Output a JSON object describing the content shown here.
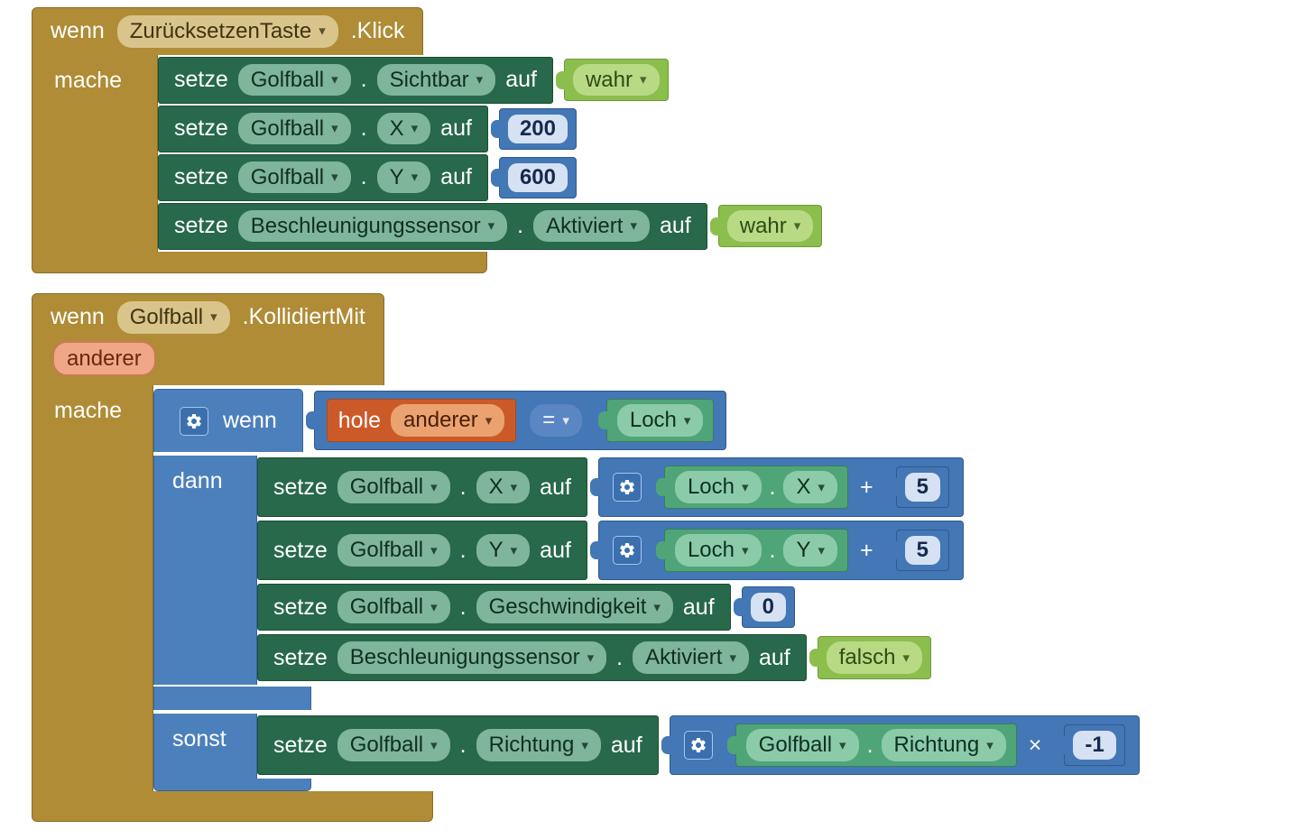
{
  "colors": {
    "page_bg": "#ffffff",
    "event": "#AF8C35",
    "event_border": "#8A6D24",
    "event_chip": "#D9C58C",
    "event_chip_text": "#3F3310",
    "setter": "#27694A",
    "setter_border": "#1B4D35",
    "setter_chip": "#7FB59A",
    "setter_chip_text": "#0F2F20",
    "logic": "#8CBE4D",
    "logic_border": "#6C9A33",
    "logic_chip": "#B9DA85",
    "logic_chip_text": "#2F4A12",
    "math": "#4377B6",
    "math_border": "#2F5A8F",
    "math_field": "#D6E2F4",
    "math_field_text": "#16294B",
    "control": "#4C80BC",
    "control_border": "#36639B",
    "var": "#CC5A28",
    "var_border": "#A84A1F",
    "var_chip": "#EBA271",
    "var_chip_text": "#4A2008",
    "component": "#4FA578",
    "component_border": "#3A7D59",
    "component_chip": "#8CCBAA",
    "component_chip_text": "#0E3020",
    "param_chip": "#F0A787",
    "param_chip_border": "#C87C52",
    "param_chip_text": "#6B2810",
    "eq_chip": "#5A87C3",
    "gear_bg": "#3B6FAE",
    "gear_border": "#A6C6EC"
  },
  "icons": {
    "dropdown": "▾"
  },
  "labels": {
    "wenn": "wenn",
    "mache": "mache",
    "setze": "setze",
    "auf": "auf",
    "dann": "dann",
    "sonst": "sonst",
    "hole": "hole",
    "dot": "."
  },
  "event1": {
    "component": "ZurücksetzenTaste",
    "event": ".Klick",
    "statements": [
      {
        "component": "Golfball",
        "property": "Sichtbar",
        "value": "wahr"
      },
      {
        "component": "Golfball",
        "property": "X",
        "value": "200"
      },
      {
        "component": "Golfball",
        "property": "Y",
        "value": "600"
      },
      {
        "component": "Beschleunigungssensor",
        "property": "Aktiviert",
        "value": "wahr"
      }
    ]
  },
  "event2": {
    "component": "Golfball",
    "event": ".KollidiertMit",
    "param": "anderer",
    "if_block": {
      "condition": {
        "variable": "anderer",
        "operator": "=",
        "right_component": "Loch"
      },
      "then_statements": [
        {
          "component": "Golfball",
          "property": "X",
          "expr": {
            "component": "Loch",
            "property": "X",
            "operator": "+",
            "operand": "5"
          }
        },
        {
          "component": "Golfball",
          "property": "Y",
          "expr": {
            "component": "Loch",
            "property": "Y",
            "operator": "+",
            "operand": "5"
          }
        },
        {
          "component": "Golfball",
          "property": "Geschwindigkeit",
          "value": "0"
        },
        {
          "component": "Beschleunigungssensor",
          "property": "Aktiviert",
          "value": "falsch"
        }
      ],
      "else_statements": [
        {
          "component": "Golfball",
          "property": "Richtung",
          "expr": {
            "component": "Golfball",
            "property": "Richtung",
            "operator": "×",
            "operand": "-1"
          }
        }
      ]
    }
  }
}
